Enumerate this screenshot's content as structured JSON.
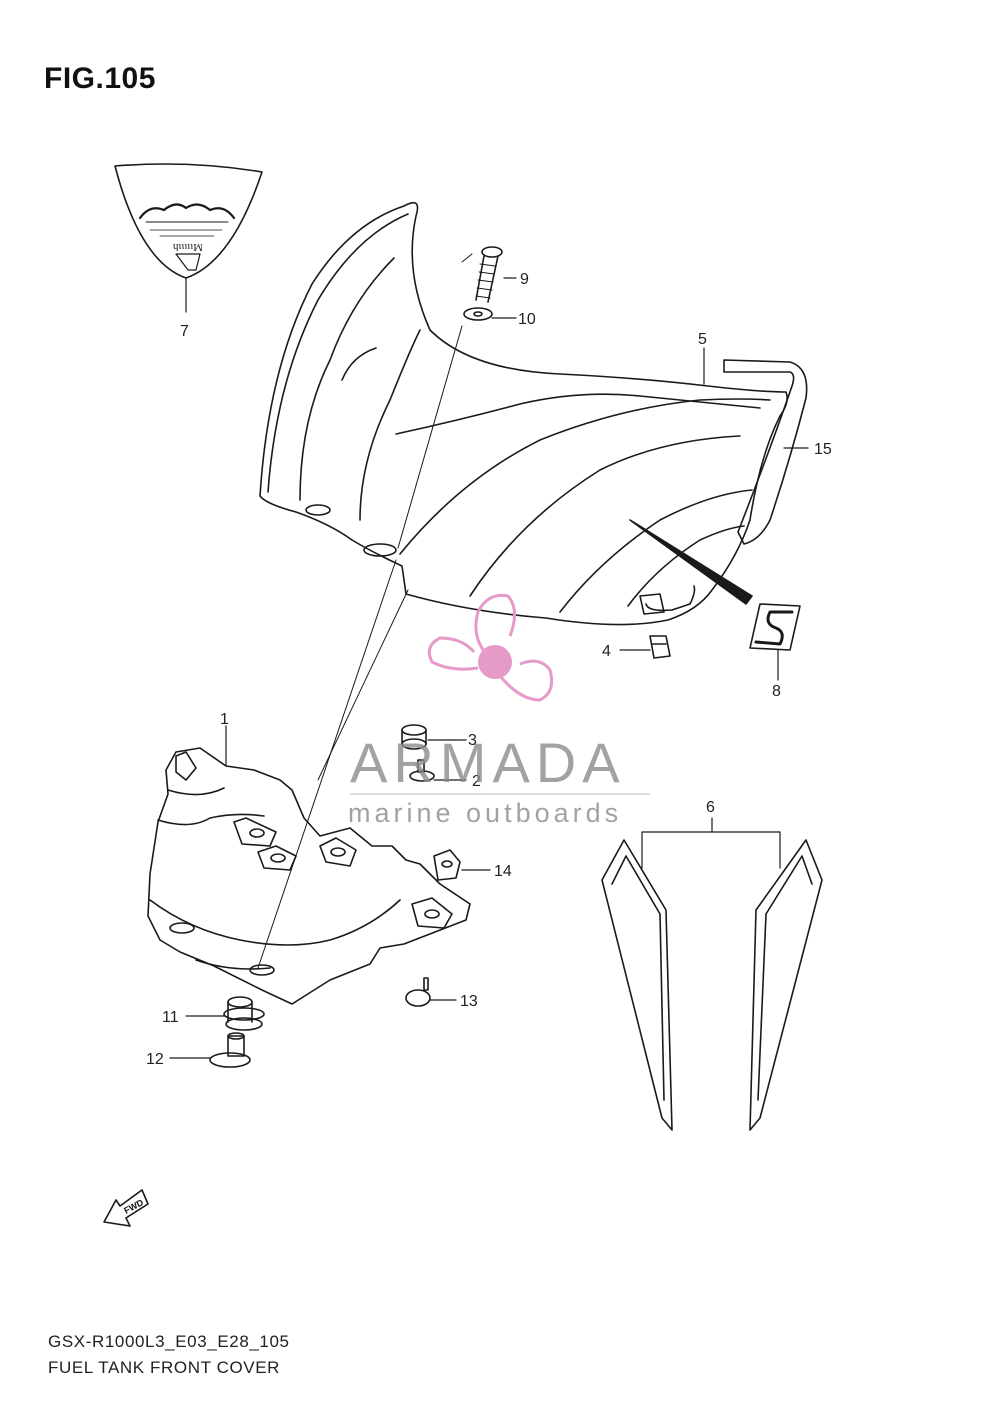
{
  "figure": {
    "title": "FIG.105",
    "model_code": "GSX-R1000L3_E03_E28_105",
    "section_name": "FUEL TANK FRONT COVER"
  },
  "callouts": [
    "1",
    "2",
    "3",
    "4",
    "5",
    "6",
    "7",
    "8",
    "9",
    "10",
    "11",
    "12",
    "13",
    "14",
    "15"
  ],
  "watermark": {
    "brand": "ARMADA",
    "tagline": "marine outboards",
    "logo": "propeller-logo",
    "color_pink": "#e59ac8",
    "color_gray": "#8c8c8c"
  },
  "decal_text": "FWD",
  "icons": {
    "forward": "fwd-arrow-icon",
    "emblem": "laurel-emblem-icon",
    "s_logo": "suzuki-s-logo-icon"
  }
}
